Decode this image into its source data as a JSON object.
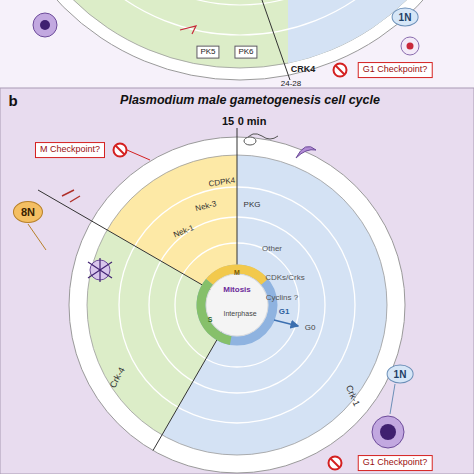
{
  "diagram": {
    "title": "Plasmodium male gametogenesis cell cycle",
    "nodes": [
      {
        "text": [
          "1N"
        ]
      },
      {
        "text": [
          "PK5"
        ]
      },
      {
        "text": [
          "PK6"
        ]
      },
      {
        "text": [
          "G1 Checkpoint?"
        ]
      },
      {
        "text": [
          "M Checkpoint?"
        ]
      },
      {
        "text": [
          "8N"
        ]
      },
      {
        "text": [
          "1N"
        ]
      },
      {
        "text": [
          "G1 Checkpoint?"
        ]
      }
    ],
    "labels": [
      "CRK4",
      "24-28",
      "b",
      "15",
      "0 min",
      "CDPK4",
      "PKG",
      "Nek-3",
      "Nek-1",
      "Other",
      "CDKs/Crks",
      "Cyclins ?",
      "Crk-4",
      "Crk-1",
      "M",
      "Mitosis",
      "S",
      "Interphase",
      "G1",
      "G0"
    ]
  }
}
